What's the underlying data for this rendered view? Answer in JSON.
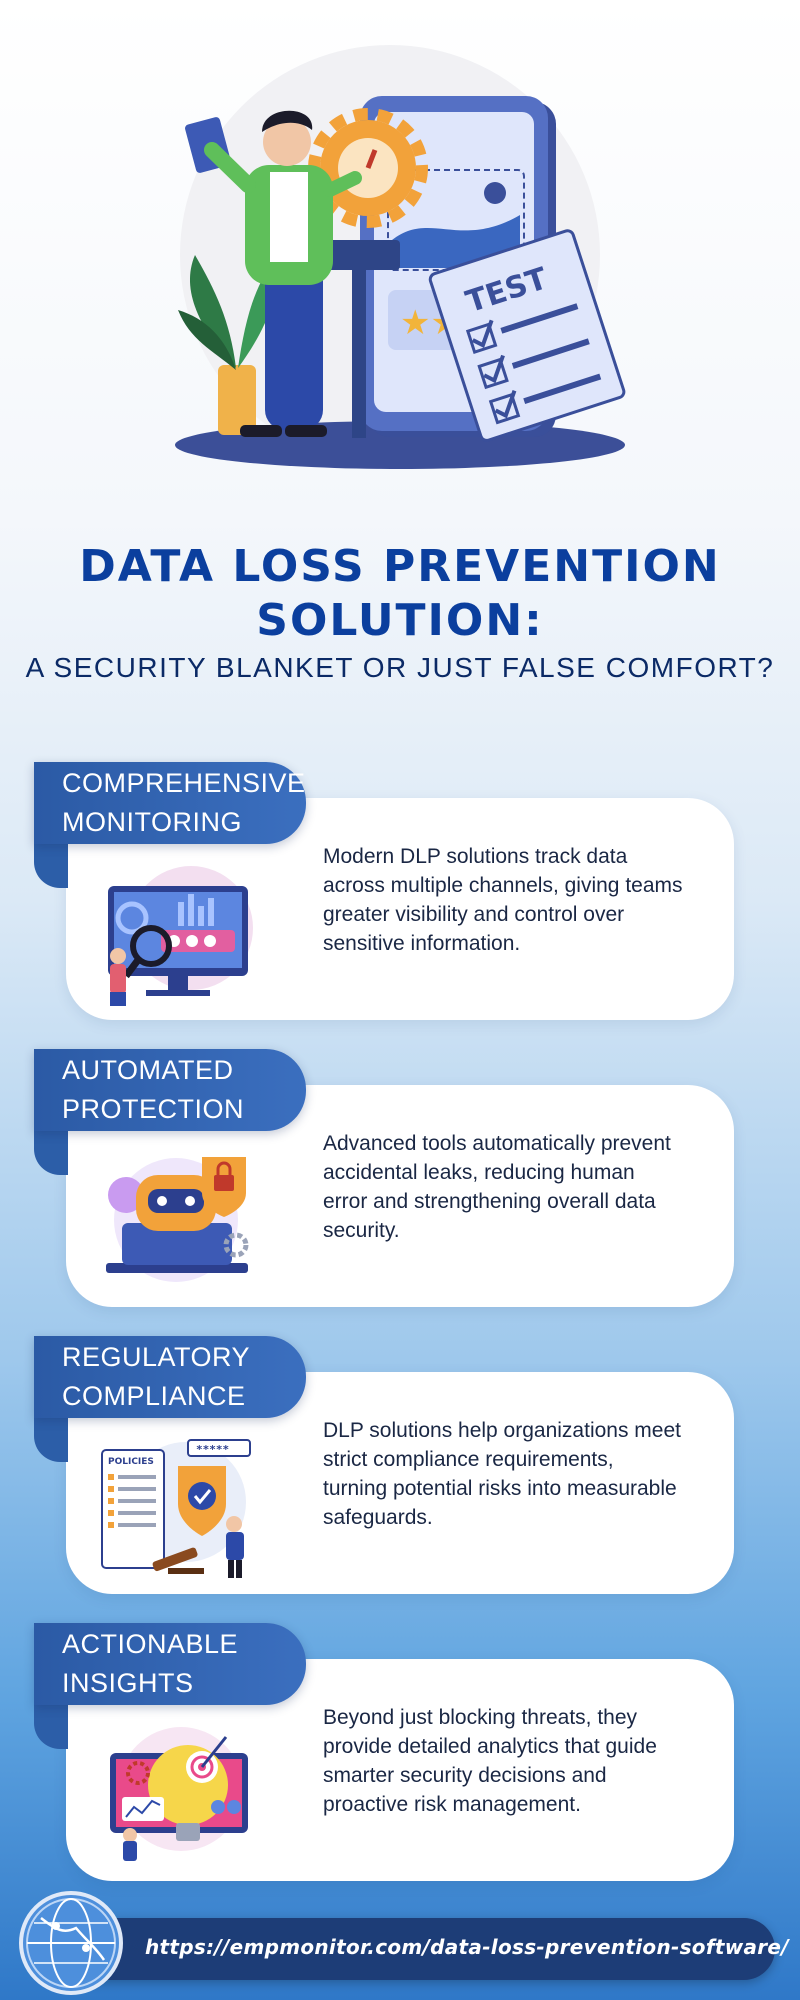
{
  "hero": {
    "test_sheet_text": "TEST"
  },
  "header": {
    "title_line1": "DATA LOSS PREVENTION",
    "title_line2": "SOLUTION:",
    "subtitle": "A SECURITY BLANKET OR JUST FALSE COMFORT?"
  },
  "sections": [
    {
      "label": "COMPREHENSIVE\nMONITORING",
      "description": "Modern DLP solutions track data across multiple channels, giving teams greater visibility and control over sensitive information.",
      "icon": "monitoring-illustration"
    },
    {
      "label": "AUTOMATED\nPROTECTION",
      "description": "Advanced tools automatically prevent accidental leaks, reducing human error and strengthening overall data security.",
      "icon": "robot-lock-illustration"
    },
    {
      "label": "REGULATORY\nCOMPLIANCE",
      "description": "DLP solutions help organizations meet strict compliance requirements, turning potential risks into measurable safeguards.",
      "icon": "policies-shield-illustration",
      "policies_text": "POLICIES",
      "password_text": "*****"
    },
    {
      "label": "ACTIONABLE\nINSIGHTS",
      "description": "Beyond just blocking threats, they provide detailed analytics that guide smarter security decisions and proactive risk management.",
      "icon": "analytics-bulb-illustration"
    }
  ],
  "footer": {
    "url": "https://empmonitor.com/data-loss-prevention-software/",
    "icon": "globe-icon"
  },
  "colors": {
    "title_blue": "#0b3f9e",
    "tab_blue": "#2b5aa5",
    "footer_navy": "#1d3d77",
    "accent_orange": "#f2a23a"
  }
}
